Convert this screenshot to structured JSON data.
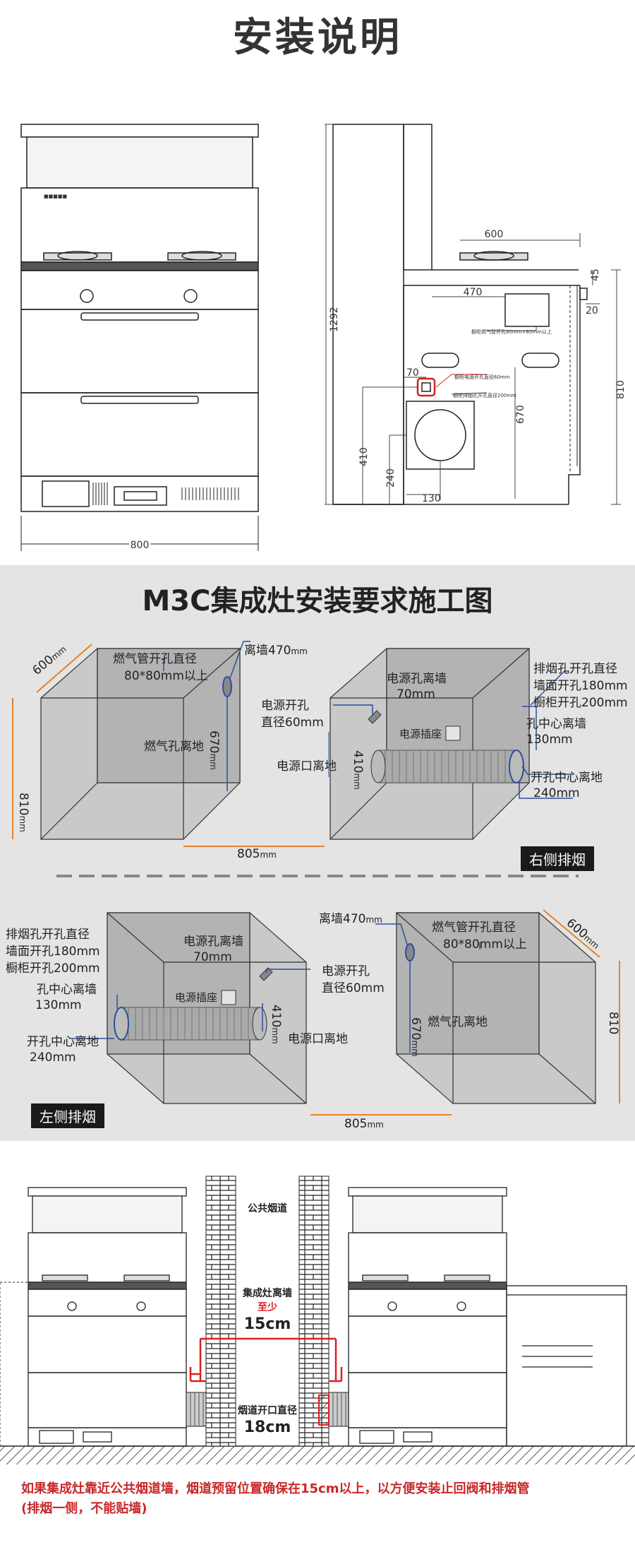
{
  "section1": {
    "title": "安装说明",
    "front": {
      "brand": "■■■■■",
      "width_dim": "800"
    },
    "side": {
      "dim_600": "600",
      "dim_470": "470",
      "dim_45": "45",
      "dim_20": "20",
      "dim_1292": "1292",
      "dim_810": "810",
      "dim_670": "670",
      "dim_70": "70",
      "dim_410": "410",
      "dim_240": "240",
      "dim_130": "130",
      "note_gas": "橱柜燃气管开孔80mm×80mm以上",
      "note_power": "橱柜电源开孔直径60mm",
      "note_exhaust": "橱柜排烟孔开孔直径200mm"
    }
  },
  "section2": {
    "title": "M3C集成灶安装要求施工图",
    "cab1": {
      "depth": "600",
      "depth_unit": "mm",
      "height": "810",
      "height_unit": "mm",
      "width": "805",
      "width_unit": "mm",
      "gas_title": "燃气管开孔直径",
      "gas_size": "80*80mm以上",
      "wall": "离墙",
      "wall_val": "470",
      "wall_unit": "mm",
      "gas_floor": "燃气孔离地",
      "v670": "670",
      "v670_unit": "mm"
    },
    "cab2": {
      "power_wall": "电源孔离墙",
      "power_wall_val": "70mm",
      "power_hole": "电源开孔",
      "power_dia": "直径60mm",
      "socket": "电源插座",
      "power_floor": "电源口离地",
      "v410": "410",
      "v410_unit": "mm",
      "exhaust_title": "排烟孔开孔直径",
      "exhaust_wall": "墙面开孔180mm",
      "exhaust_cab": "橱柜开孔200mm",
      "hole_wall": "孔中心离墙",
      "hole_wall_val": "130mm",
      "hole_floor": "开孔中心离地",
      "hole_floor_val": "240mm",
      "tag": "右侧排烟"
    },
    "cab3": {
      "exhaust_title": "排烟孔开孔直径",
      "exhaust_wall": "墙面开孔180mm",
      "exhaust_cab": "橱柜开孔200mm",
      "hole_wall": "孔中心离墙",
      "hole_wall_val": "130mm",
      "hole_floor": "开孔中心离地",
      "hole_floor_val": "240mm",
      "power_wall": "电源孔离墙",
      "power_wall_val": "70mm",
      "socket": "电源插座",
      "power_hole": "电源开孔",
      "power_dia": "直径60mm",
      "power_floor": "电源口离地",
      "v410": "410",
      "v410_unit": "mm",
      "tag": "左侧排烟"
    },
    "cab4": {
      "wall": "离墙",
      "wall_val": "470",
      "wall_unit": "mm",
      "gas_title": "燃气管开孔直径",
      "gas_size": "80*80mm以上",
      "depth": "600",
      "depth_unit": "mm",
      "height": "810",
      "v670": "670",
      "v670_unit": "mm",
      "gas_floor": "燃气孔离地",
      "width": "805",
      "width_unit": "mm"
    }
  },
  "section3": {
    "flue": "公共烟道",
    "distance_title": "集成灶离墙",
    "distance_min": "至少",
    "distance_val": "15cm",
    "opening_title": "烟道开口直径",
    "opening_val": "18cm",
    "note1": "如果集成灶靠近公共烟道墙，烟道预留位置确保在15cm以上，以方便安装止回阀和排烟管",
    "note2": "(排烟一侧，不能贴墙)"
  },
  "colors": {
    "accent_orange": "#e8822a",
    "dim_blue": "#2c4f9e",
    "alert_red": "#d82020",
    "badge_bg": "#1a1a1a"
  }
}
